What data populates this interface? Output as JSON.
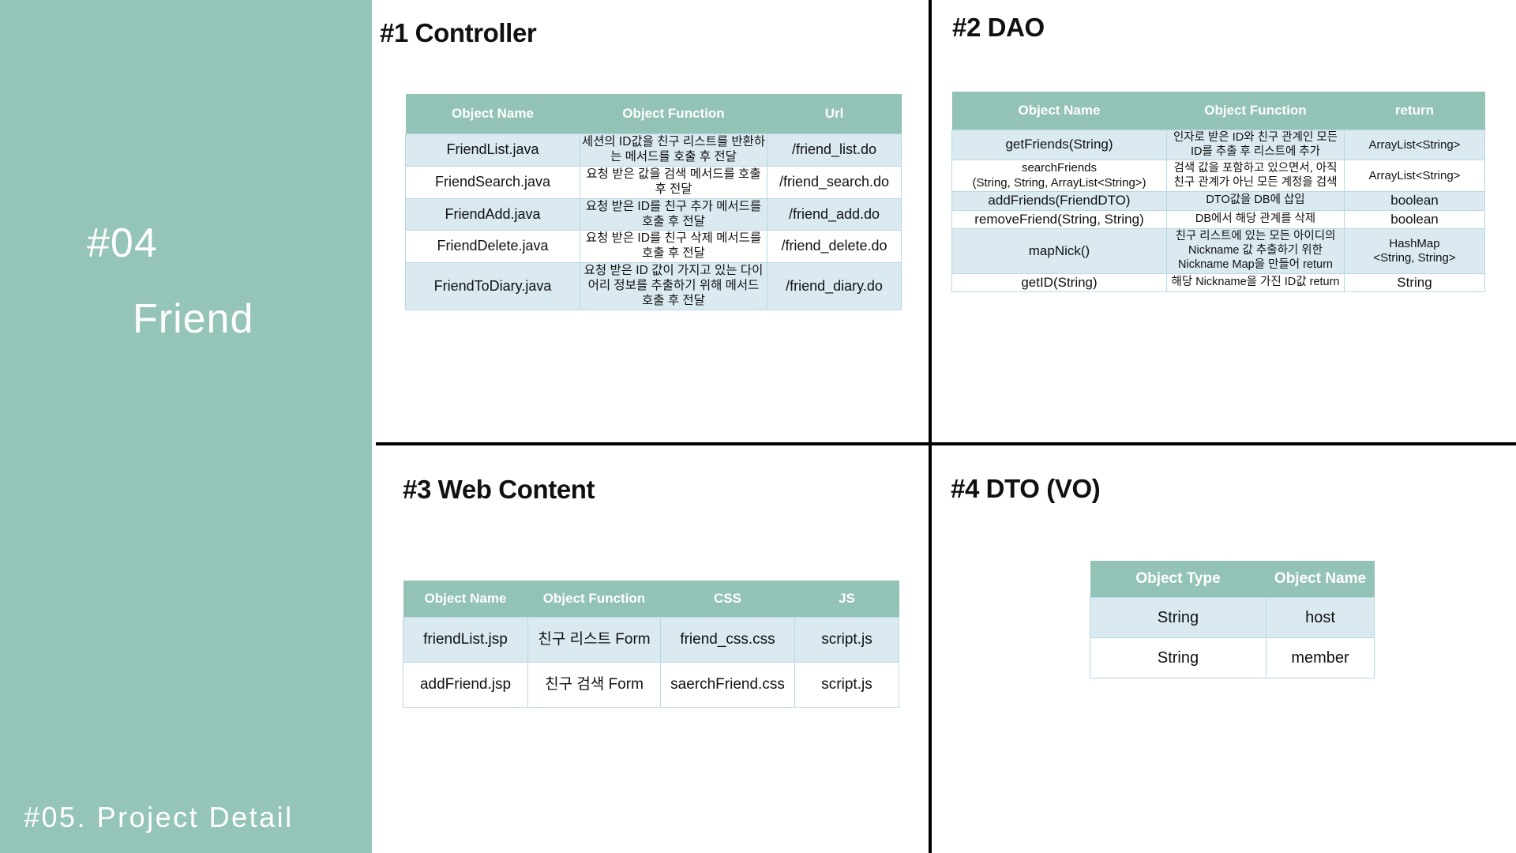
{
  "sidebar": {
    "number": "#04",
    "title": "Friend",
    "footer": "#05. Project Detail",
    "bg_color": "#95C4B9",
    "text_color": "#FFFFFF"
  },
  "theme": {
    "header_green": "#93C2B6",
    "row_alt_blue": "#DAEAF0",
    "row_plain": "#FFFFFF",
    "cell_border": "#B9D8E4",
    "divider_black": "#000000"
  },
  "sections": {
    "controller": {
      "title": "#1 Controller",
      "columns": [
        "Object Name",
        "Object Function",
        "Url"
      ],
      "rows": [
        {
          "object_name": "FriendList.java",
          "object_function": "세션의 ID값을 친구 리스트를 반환하는 메서드를 호출 후 전달",
          "url": "/friend_list.do"
        },
        {
          "object_name": "FriendSearch.java",
          "object_function": "요청 받은 값을 검색 메서드를 호출 후 전달",
          "url": "/friend_search.do"
        },
        {
          "object_name": "FriendAdd.java",
          "object_function": "요청 받은 ID를 친구 추가 메서드를 호출 후 전달",
          "url": "/friend_add.do"
        },
        {
          "object_name": "FriendDelete.java",
          "object_function": "요청 받은 ID를 친구 삭제 메서드를 호출 후 전달",
          "url": "/friend_delete.do"
        },
        {
          "object_name": "FriendToDiary.java",
          "object_function": "요청 받은 ID 값이 가지고 있는 다이어리 정보를 추출하기 위해 메서드 호출 후 전달",
          "url": "/friend_diary.do"
        }
      ]
    },
    "dao": {
      "title": "#2 DAO",
      "columns": [
        "Object Name",
        "Object Function",
        "return"
      ],
      "rows": [
        {
          "object_name": "getFriends(String)",
          "object_function": "인자로 받은 ID와 친구 관계인 모든 ID를 추출 후 리스트에 추가",
          "return": "ArrayList<String>"
        },
        {
          "object_name": "searchFriends\n(String, String, ArrayList<String>)",
          "object_function": "검색 값을 포함하고 있으면서, 아직 친구 관계가 아닌 모든 계정을 검색",
          "return": "ArrayList<String>"
        },
        {
          "object_name": "addFriends(FriendDTO)",
          "object_function": "DTO값을 DB에 삽입",
          "return": "boolean"
        },
        {
          "object_name": "removeFriend(String, String)",
          "object_function": "DB에서 해당 관계를 삭제",
          "return": "boolean"
        },
        {
          "object_name": "mapNick()",
          "object_function": "친구 리스트에 있는 모든 아이디의 Nickname 값 추출하기 위한 Nickname Map을 만들어 return",
          "return": "HashMap\n<String, String>"
        },
        {
          "object_name": "getID(String)",
          "object_function": "해당 Nickname을 가진 ID값 return",
          "return": "String"
        }
      ]
    },
    "web_content": {
      "title": "#3 Web Content",
      "columns": [
        "Object Name",
        "Object Function",
        "CSS",
        "JS"
      ],
      "rows": [
        {
          "object_name": "friendList.jsp",
          "object_function": "친구 리스트 Form",
          "css": "friend_css.css",
          "js": "script.js"
        },
        {
          "object_name": "addFriend.jsp",
          "object_function": "친구 검색 Form",
          "css": "saerchFriend.css",
          "js": "script.js"
        }
      ]
    },
    "dto": {
      "title": "#4 DTO (VO)",
      "columns": [
        "Object Type",
        "Object Name"
      ],
      "rows": [
        {
          "object_type": "String",
          "object_name": "host"
        },
        {
          "object_type": "String",
          "object_name": "member"
        }
      ]
    }
  }
}
